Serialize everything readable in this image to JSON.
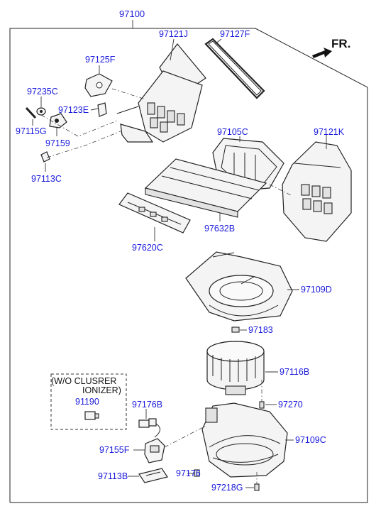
{
  "assembly": {
    "part_no": "97100"
  },
  "orientation": {
    "label": "FR."
  },
  "parts": {
    "p97121J": "97121J",
    "p97127F": "97127F",
    "p97125F": "97125F",
    "p97235C": "97235C",
    "p97123E": "97123E",
    "p97115G": "97115G",
    "p97159": "97159",
    "p97113C": "97113C",
    "p97105C": "97105C",
    "p97121K": "97121K",
    "p97632B": "97632B",
    "p97620C": "97620C",
    "p97109D": "97109D",
    "p97183": "97183",
    "p97116B": "97116B",
    "p97270": "97270",
    "p97176B": "97176B",
    "p97155F": "97155F",
    "p97109C": "97109C",
    "p97113B": "97113B",
    "p97176": "97176",
    "p97218G": "97218G",
    "p91190": "91190"
  },
  "option_box": {
    "line1": "(W/O CLUSRER",
    "line2": "IONIZER)"
  }
}
